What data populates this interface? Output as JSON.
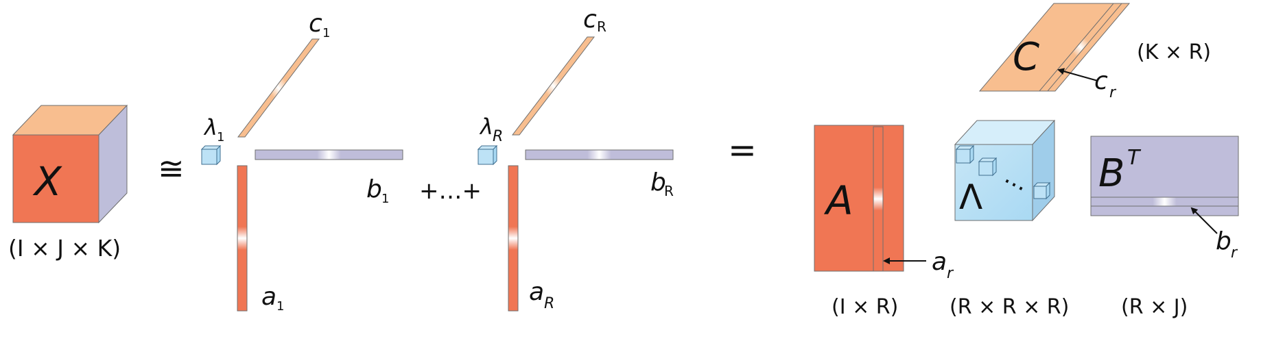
{
  "colors": {
    "orange_dark": "#F07654",
    "orange_light": "#F8BE8F",
    "lavender": "#BFBDDA",
    "lavender_side": "#BEBEDA",
    "cyan": "#C7E6F6",
    "cyan_deep": "#A9D9F3",
    "stroke": "#6E6E6E",
    "highlight": "#FFFFFF"
  },
  "tensor": {
    "label": "X",
    "dims": "(I × J × K)"
  },
  "approx_symbol": "≅",
  "plus_dots": "+…+",
  "equals_symbol": "=",
  "term_first": {
    "lambda": "λ",
    "lambda_sub": "1",
    "a": "a",
    "a_sub": "1",
    "b": "b",
    "b_sub": "1",
    "c": "c",
    "c_sub": "1"
  },
  "term_last": {
    "lambda": "λ",
    "lambda_sub": "R",
    "a": "a",
    "a_sub": "R",
    "b": "b",
    "b_sub": "R",
    "c": "c",
    "c_sub": "R"
  },
  "factor_A": {
    "label": "A",
    "column": "a",
    "column_sub": "r",
    "dims": "(I × R)"
  },
  "core": {
    "label": "Λ",
    "dots": "…",
    "dims": "(R × R × R)"
  },
  "factor_B": {
    "label": "B",
    "label_sup": "T",
    "row": "b",
    "row_sub": "r",
    "dims": "(R × J)"
  },
  "factor_C": {
    "label": "C",
    "column": "c",
    "column_sub": "r",
    "dims": "(K × R)"
  }
}
